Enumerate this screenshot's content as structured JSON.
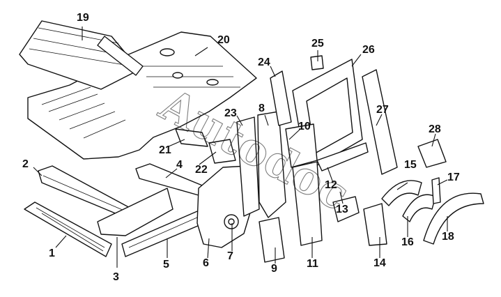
{
  "diagram": {
    "watermark": "Autodoc",
    "part_numbers": [
      "1",
      "2",
      "3",
      "4",
      "5",
      "6",
      "7",
      "8",
      "9",
      "10",
      "11",
      "12",
      "13",
      "14",
      "15",
      "16",
      "17",
      "18",
      "19",
      "20",
      "21",
      "22",
      "23",
      "24",
      "25",
      "26",
      "27",
      "28"
    ]
  }
}
